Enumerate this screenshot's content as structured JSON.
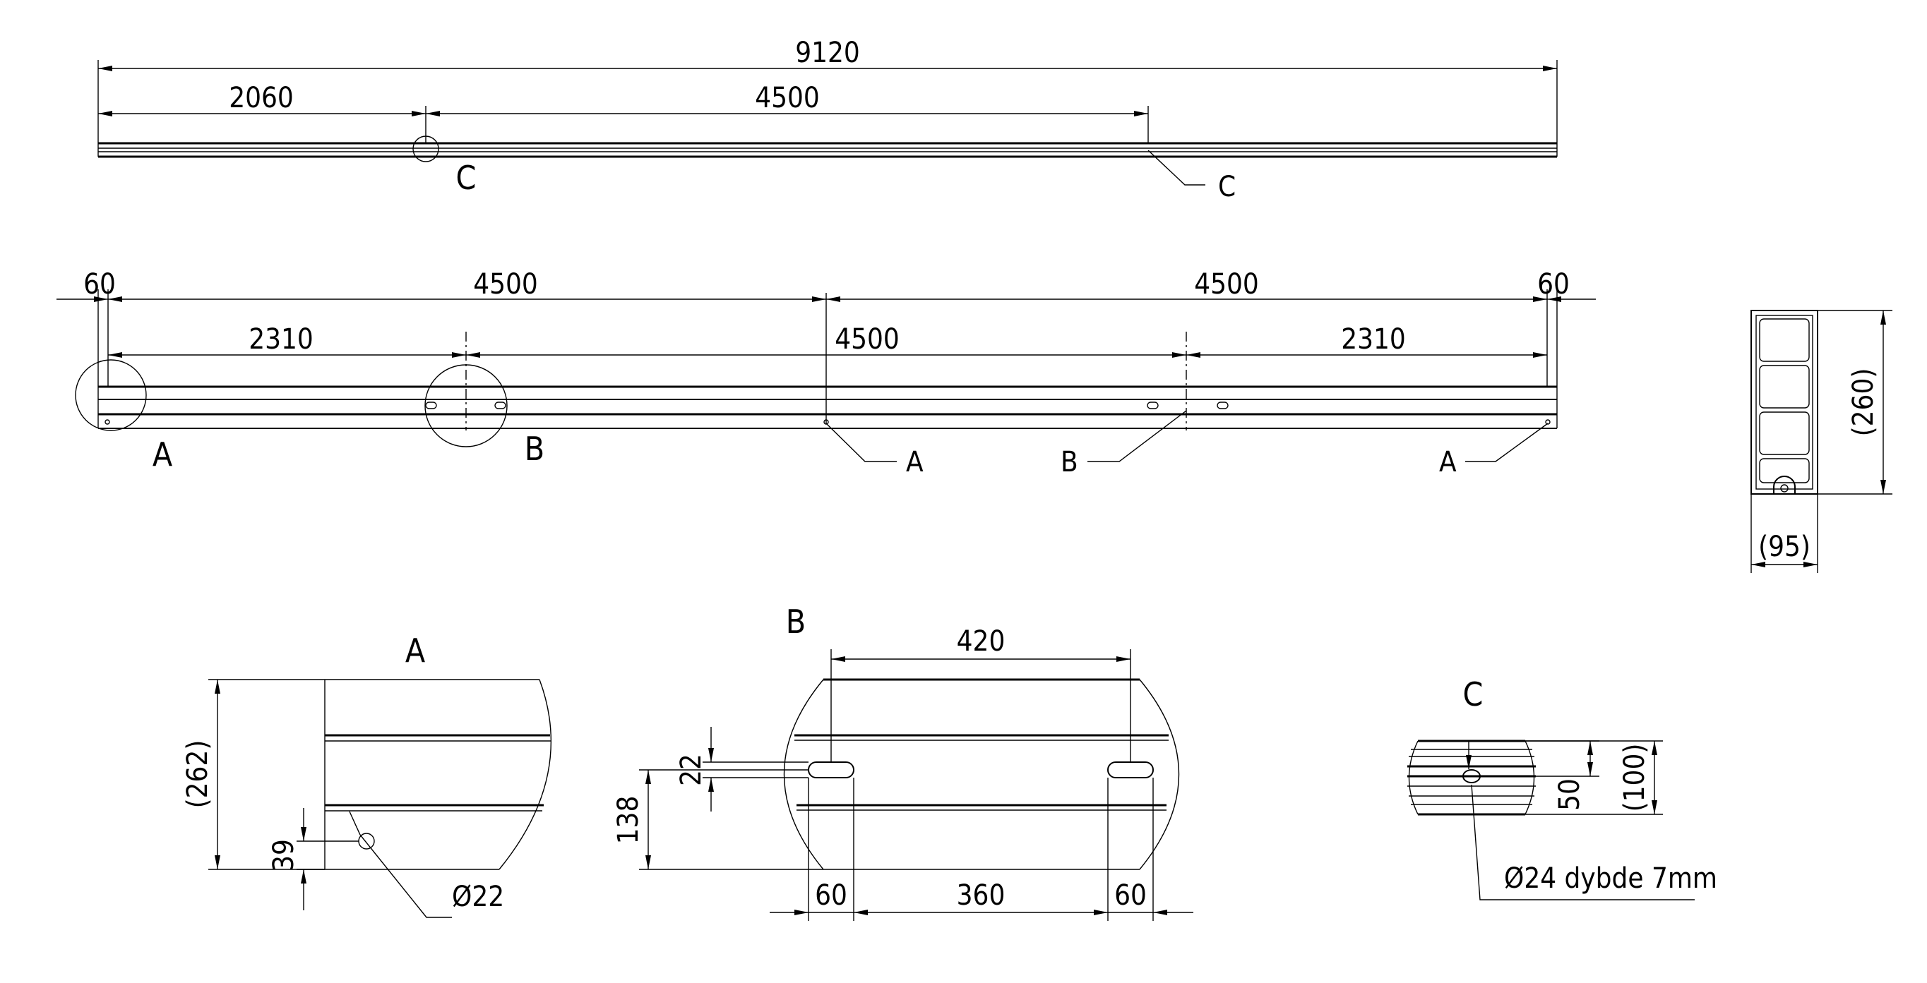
{
  "top_view": {
    "total_length": "9120",
    "seg_left": "2060",
    "seg_mid": "4500",
    "detail_c_left": "C",
    "detail_c_right": "C"
  },
  "front_view": {
    "end_left": "60",
    "span_left": "4500",
    "span_right": "4500",
    "end_right": "60",
    "sub_left": "2310",
    "sub_mid": "4500",
    "sub_right": "2310",
    "detail_a": "A",
    "detail_b": "B",
    "callout_a1": "A",
    "callout_b": "B",
    "callout_a2": "A"
  },
  "section_view": {
    "height": "(260)",
    "width": "(95)"
  },
  "detail_a": {
    "title": "A",
    "height": "(262)",
    "hole_offset": "39",
    "hole_diameter": "Ø22"
  },
  "detail_b": {
    "title": "B",
    "slot_pitch": "420",
    "slot_width": "22",
    "slot_height": "138",
    "edge_left": "60",
    "slot_gap": "360",
    "edge_right": "60"
  },
  "detail_c": {
    "title": "C",
    "depth_half": "50",
    "depth_total": "(100)",
    "hole_note": "Ø24 dybde 7mm"
  }
}
